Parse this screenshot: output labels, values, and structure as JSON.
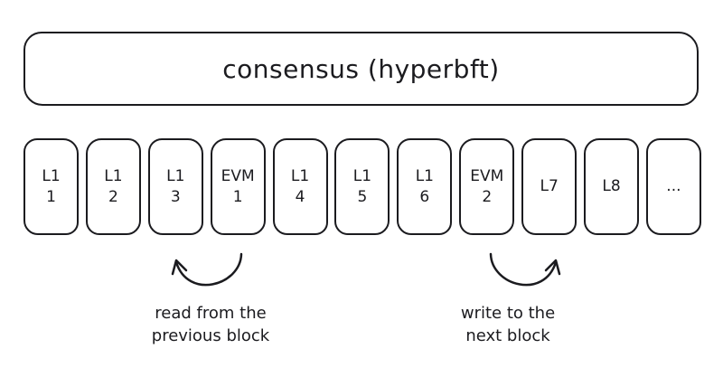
{
  "consensus": {
    "label": "consensus (hyperbft)"
  },
  "blocks": [
    {
      "line1": "L1",
      "line2": "1"
    },
    {
      "line1": "L1",
      "line2": "2"
    },
    {
      "line1": "L1",
      "line2": "3"
    },
    {
      "line1": "EVM",
      "line2": "1"
    },
    {
      "line1": "L1",
      "line2": "4"
    },
    {
      "line1": "L1",
      "line2": "5"
    },
    {
      "line1": "L1",
      "line2": "6"
    },
    {
      "line1": "EVM",
      "line2": "2"
    },
    {
      "line1": "L7",
      "line2": ""
    },
    {
      "line1": "L8",
      "line2": ""
    },
    {
      "line1": "...",
      "line2": ""
    }
  ],
  "annotations": {
    "read": {
      "line1": "read from the",
      "line2": "previous block"
    },
    "write": {
      "line1": "write to the",
      "line2": "next block"
    }
  },
  "icons": {
    "read_arrow": "curved-arrow-up-left",
    "write_arrow": "curved-arrow-up-right"
  },
  "colors": {
    "stroke": "#1b1b1f",
    "background": "#ffffff"
  }
}
